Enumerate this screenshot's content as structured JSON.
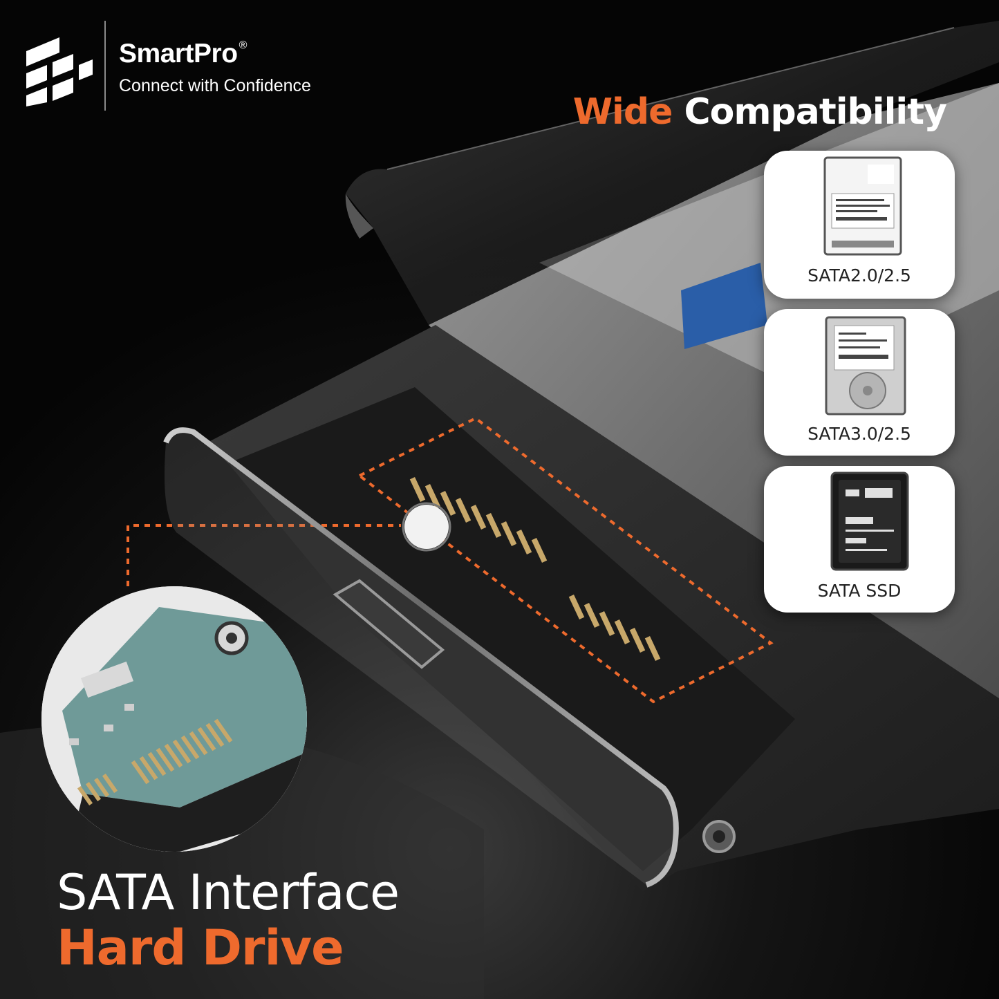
{
  "brand": {
    "name": "SmartPro",
    "registered": "®",
    "tagline": "Connect with Confidence",
    "logo_icon": "smartpro-logo-icon"
  },
  "headline": {
    "accent": "Wide",
    "rest": " Compatibility"
  },
  "compat_cards": [
    {
      "label": "SATA2.0/2.5",
      "icon": "hard-drive-icon"
    },
    {
      "label": "SATA3.0/2.5",
      "icon": "hard-drive-icon"
    },
    {
      "label": "SATA SSD",
      "icon": "ssd-icon"
    }
  ],
  "bottom_title": {
    "line1": "SATA Interface",
    "line2": "Hard Drive"
  },
  "colors": {
    "accent": "#ee6a2d",
    "background": "#060606",
    "text": "#ffffff",
    "card": "#ffffff"
  }
}
